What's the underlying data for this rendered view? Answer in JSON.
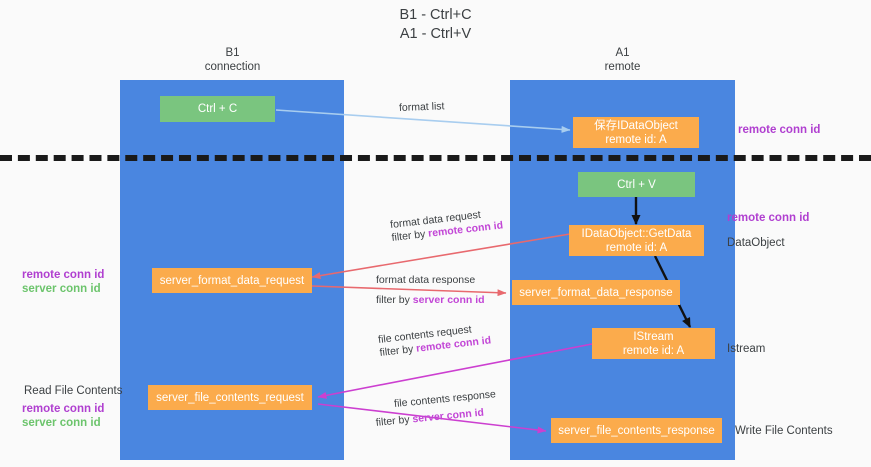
{
  "title": {
    "line1": "B1 - Ctrl+C",
    "line2": "A1 - Ctrl+V"
  },
  "columns": [
    {
      "name": "B1",
      "subtitle": "connection"
    },
    {
      "name": "A1",
      "subtitle": "remote"
    }
  ],
  "nodes": {
    "ctrl_c": {
      "label": "Ctrl + C"
    },
    "save_idataobject": {
      "label": "保存IDataObject",
      "sub": "remote id: A"
    },
    "ctrl_v": {
      "label": "Ctrl + V"
    },
    "getdata": {
      "label": "IDataObject::GetData",
      "sub": "remote id: A"
    },
    "fmt_req": {
      "label": "server_format_data_request"
    },
    "fmt_resp": {
      "label": "server_format_data_response"
    },
    "istream": {
      "label": "IStream",
      "sub": "remote id: A"
    },
    "file_req": {
      "label": "server_file_contents_request"
    },
    "file_resp": {
      "label": "server_file_contents_response"
    }
  },
  "edge_labels": {
    "format_list": {
      "text": "format list"
    },
    "fmt_request": {
      "line1": "format data request",
      "line2_prefix": "filter by ",
      "line2_key": "remote conn id"
    },
    "fmt_response": {
      "line1": "format data response",
      "line2_prefix": "filter by ",
      "line2_key": "server conn id"
    },
    "file_request": {
      "line1": "file contents request",
      "line2_prefix": "filter by ",
      "line2_key": "remote conn id"
    },
    "file_response": {
      "line1": "file contents response",
      "line2_prefix": "filter by ",
      "line2_key": "server conn id"
    }
  },
  "side_labels": {
    "right_top": {
      "text": "remote conn id"
    },
    "right_getdata": {
      "text": "remote conn id"
    },
    "right_dataobject": {
      "text": "DataObject"
    },
    "right_istream": {
      "text": "Istream"
    },
    "right_write": {
      "text": "Write File Contents"
    },
    "left_mid": {
      "remote": "remote conn id",
      "server": "server conn id"
    },
    "left_read": {
      "text": "Read File Contents"
    },
    "left_bottom": {
      "remote": "remote conn id",
      "server": "server conn id"
    }
  },
  "colors": {
    "lane": "#4a86e0",
    "green_node": "#7ac57f",
    "orange_node": "#fbab4c",
    "remote_conn": "#b03fd0",
    "server_conn": "#6cc46c",
    "arrow_blue": "#a8cdef",
    "arrow_red": "#e8696e",
    "arrow_magenta": "#cc3fd0",
    "arrow_black": "#111111",
    "background": "#fafafa",
    "text": "#3c4043"
  }
}
